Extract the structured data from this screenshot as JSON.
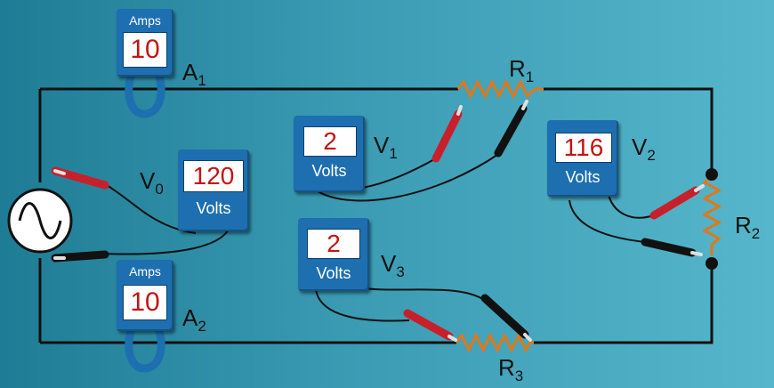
{
  "ammeters": [
    {
      "name": "A",
      "sub": "1",
      "unit": "Amps",
      "value": "10"
    },
    {
      "name": "A",
      "sub": "2",
      "unit": "Amps",
      "value": "10"
    }
  ],
  "voltmeters": [
    {
      "name": "V",
      "sub": "0",
      "unit": "Volts",
      "value": "120"
    },
    {
      "name": "V",
      "sub": "1",
      "unit": "Volts",
      "value": "2"
    },
    {
      "name": "V",
      "sub": "2",
      "unit": "Volts",
      "value": "116"
    },
    {
      "name": "V",
      "sub": "3",
      "unit": "Volts",
      "value": "2"
    }
  ],
  "resistors": [
    {
      "name": "R",
      "sub": "1"
    },
    {
      "name": "R",
      "sub": "2"
    },
    {
      "name": "R",
      "sub": "3"
    }
  ],
  "colors": {
    "meter": "#1d6fb0",
    "reading": "#c51414",
    "probe_red": "#c8202a",
    "probe_black": "#111111"
  }
}
